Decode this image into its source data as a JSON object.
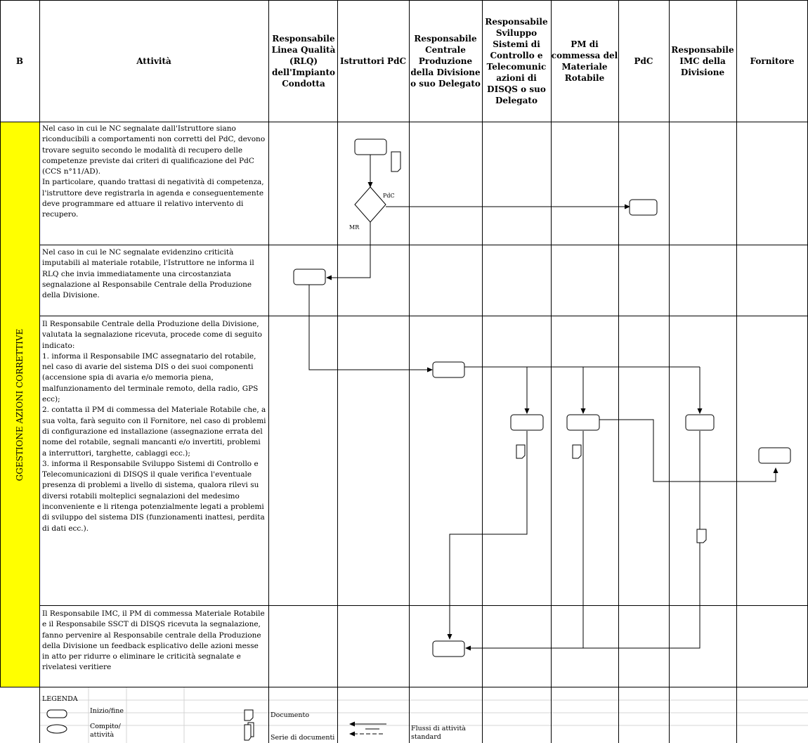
{
  "header": {
    "col_b": "B",
    "col_attivita": "Attività",
    "col_rlq": "Responsabile Linea Qualità (RLQ) dell'Impianto Condotta",
    "col_istruttori": "Istruttori PdC",
    "col_resp_centrale": "Responsabile Centrale Produzione della Divisione o suo Delegato",
    "col_sviluppo": "Responsabile Sviluppo Sistemi di Controllo e Telecomunic azioni di DISQS o suo Delegato",
    "col_pm": "PM di commessa del Materiale Rotabile",
    "col_pdc": "PdC",
    "col_imc": "Responsabile IMC della Divisione",
    "col_fornitore": "Fornitore"
  },
  "section_label": "GGESTIONE AZIONI CORRETTIVE",
  "activities": [
    "Nel caso in cui le NC segnalate dall'Istruttore siano riconducibili a comportamenti non corretti del PdC, devono trovare seguito secondo le modalità di recupero delle competenze previste dai criteri di qualificazione del PdC (CCS n°11/AD).\nIn particolare, quando trattasi di negatività di competenza, l'istruttore deve registrarla in agenda e conseguentemente deve programmare ed attuare  il relativo intervento di recupero.",
    "Nel caso in cui le NC segnalate evidenzino criticità imputabili al materiale rotabile, l'Istruttore ne informa il RLQ che invia immediatamente una circostanziata segnalazione al Responsabile Centrale della Produzione della Divisione.",
    "Il Responsabile Centrale della Produzione della Divisione, valutata la segnalazione ricevuta, procede come di seguito indicato:\n1. informa il Responsabile IMC assegnatario del rotabile, nel caso di avarie del sistema DIS o dei suoi componenti (accensione spia di avaria e/o memoria piena, malfunzionamento del terminale remoto, della radio, GPS ecc);\n2. contatta il PM di commessa del Materiale Rotabile che, a sua volta, farà seguito con il Fornitore, nel caso di problemi di configurazione ed installazione (assegnazione errata del nome del rotabile, segnali mancanti e/o invertiti, problemi a interruttori, targhette, cablaggi ecc.);\n3. informa il Responsabile Sviluppo Sistemi di Controllo e Telecomunicazioni di DISQS il quale verifica l'eventuale presenza di problemi a livello di sistema, qualora rilevi su diversi rotabili molteplici segnalazioni del medesimo inconveniente e li ritenga potenzialmente legati a problemi di sviluppo del sistema DIS (funzionamenti inattesi, perdita di dati ecc.).",
    "Il Responsabile IMC, il  PM di commessa Materiale Rotabile e il Responsabile SSCT di DISQS ricevuta la segnalazione, fanno pervenire al Responsabile centrale della Produzione della Divisione un feedback esplicativo delle azioni messe in atto per ridurre o eliminare le criticità segnalate e rivelatesi veritiere"
  ],
  "decision_labels": {
    "yes": "PdC",
    "no": "MR"
  },
  "legend": {
    "title": "LEGENDA",
    "inizio_fine": "Inizio/fine",
    "compito": "Compito/ attività",
    "documento": "Documento",
    "serie_documenti": "Serie di documenti",
    "flussi": "Flussi di attività standard"
  }
}
